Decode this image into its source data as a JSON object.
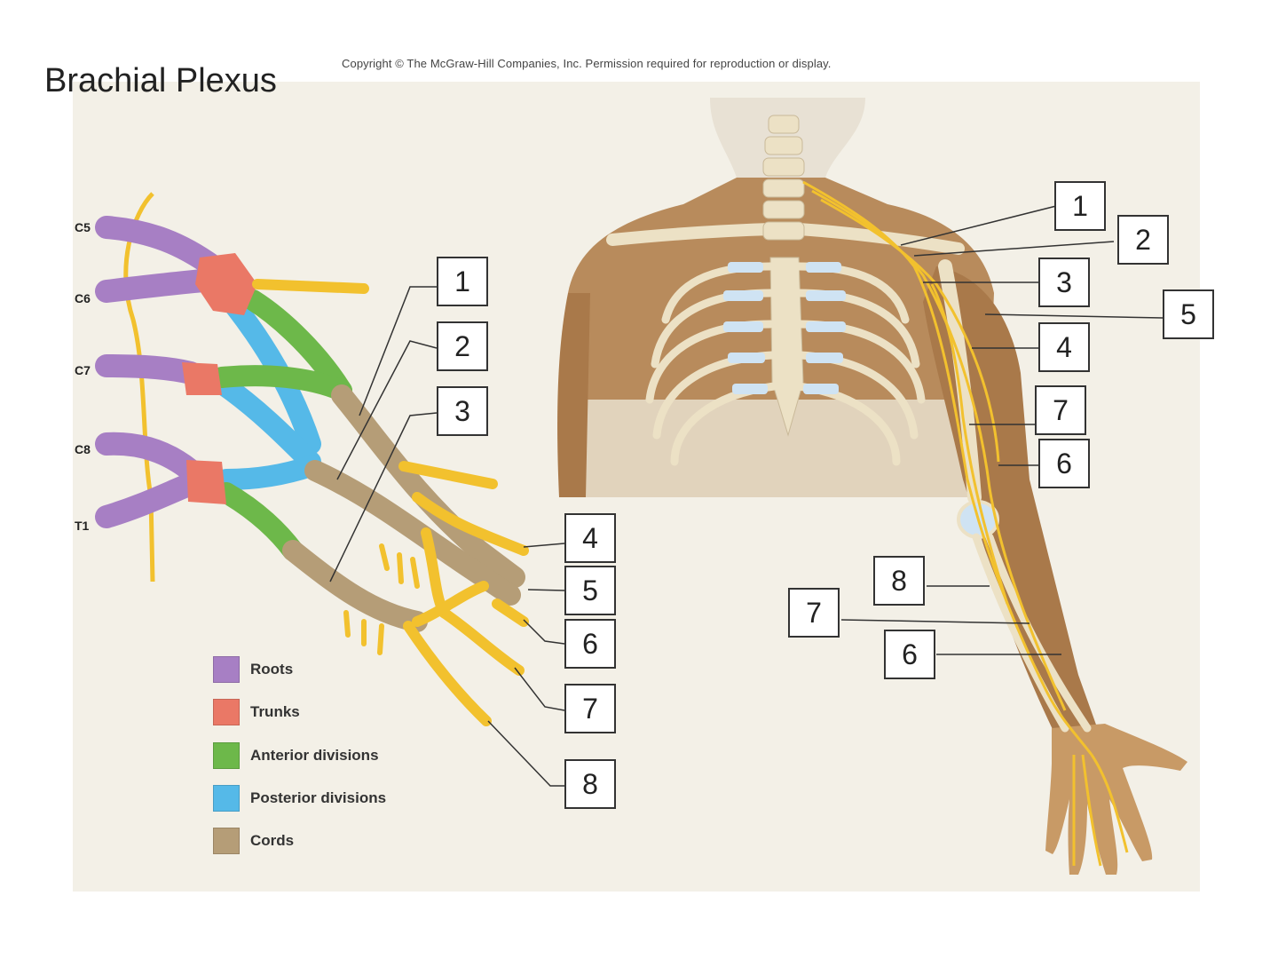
{
  "title": "Brachial Plexus",
  "copyright": "Copyright © The McGraw-Hill Companies, Inc. Permission required for reproduction or display.",
  "roots": [
    "C5",
    "C6",
    "C7",
    "C8",
    "T1"
  ],
  "left_labels": [
    "1",
    "2",
    "3",
    "4",
    "5",
    "6",
    "7",
    "8"
  ],
  "right_labels": [
    "1",
    "2",
    "3",
    "5",
    "4",
    "7",
    "6",
    "8",
    "7",
    "6"
  ],
  "legend": [
    {
      "label": "Roots",
      "color": "#a77fc4"
    },
    {
      "label": "Trunks",
      "color": "#ea7866"
    },
    {
      "label": "Anterior divisions",
      "color": "#6db84a"
    },
    {
      "label": "Posterior divisions",
      "color": "#55b9e8"
    },
    {
      "label": "Cords",
      "color": "#b59d77"
    }
  ],
  "colors": {
    "nerve": "#f2c12e",
    "panel": "#f3f0e7",
    "skin": "#b88b5c",
    "bone": "#ece1c5"
  }
}
